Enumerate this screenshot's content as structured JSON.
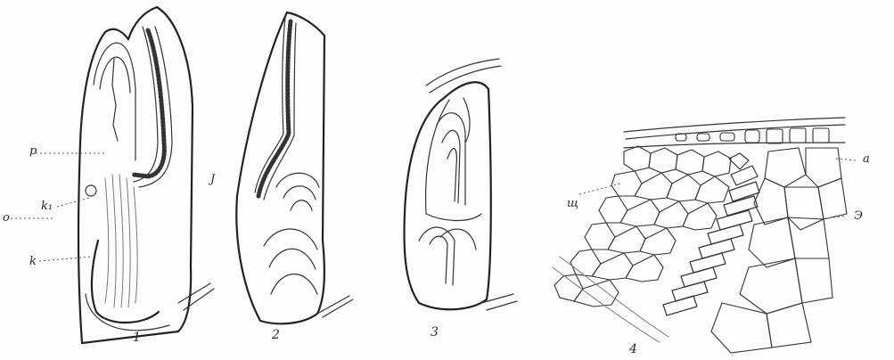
{
  "figure": {
    "panel_numbers": [
      "1",
      "2",
      "3",
      "4"
    ],
    "labels": {
      "p": "p",
      "k1": "k₁",
      "k": "k",
      "o": "o",
      "j": "J",
      "a": "a",
      "w": "щ",
      "e": "Э"
    }
  }
}
